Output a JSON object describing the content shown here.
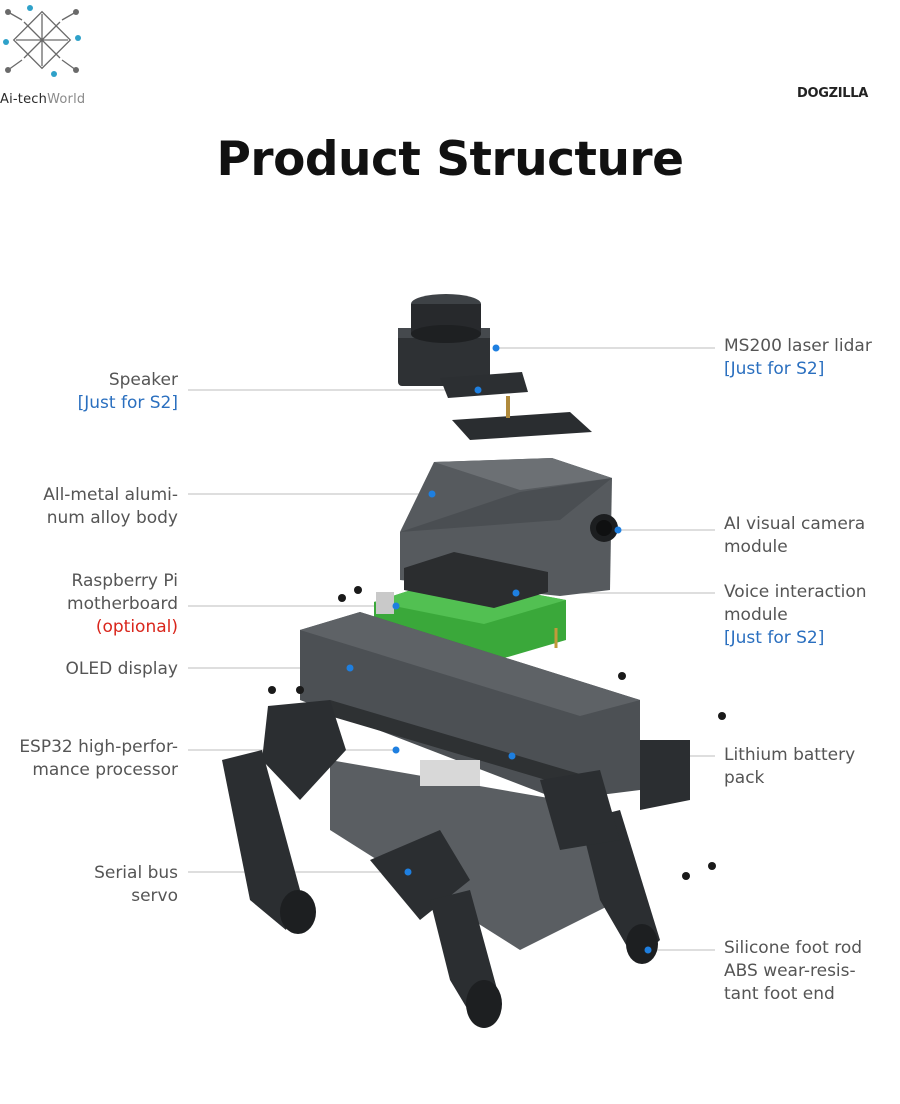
{
  "logo": {
    "name_main": "Ai-tech",
    "name_rest": "World"
  },
  "brand": "DOGZILLA",
  "title": "Product Structure",
  "labels_left": [
    {
      "id": "speaker",
      "lines": [
        "Speaker"
      ],
      "note": "[Just for S2]",
      "note_color": "blue"
    },
    {
      "id": "body",
      "lines": [
        "All-metal alumi-",
        "num alloy body"
      ]
    },
    {
      "id": "raspberry",
      "lines": [
        "Raspberry Pi",
        "motherboard"
      ],
      "note": "(optional)",
      "note_color": "red"
    },
    {
      "id": "oled",
      "lines": [
        "OLED display"
      ]
    },
    {
      "id": "esp32",
      "lines": [
        "ESP32 high-perfor-",
        "mance processor"
      ]
    },
    {
      "id": "servo",
      "lines": [
        "Serial bus",
        "servo"
      ]
    }
  ],
  "labels_right": [
    {
      "id": "lidar",
      "lines": [
        "MS200 laser lidar"
      ],
      "note": "[Just for S2]",
      "note_color": "blue"
    },
    {
      "id": "camera",
      "lines": [
        "AI visual camera",
        "module"
      ]
    },
    {
      "id": "voice",
      "lines": [
        "Voice interaction",
        "module"
      ],
      "note": "[Just for S2]",
      "note_color": "blue"
    },
    {
      "id": "battery",
      "lines": [
        "Lithium battery",
        "pack"
      ]
    },
    {
      "id": "foot",
      "lines": [
        "Silicone foot rod",
        "ABS wear-resis-",
        "tant foot end"
      ]
    }
  ],
  "colors": {
    "accent_blue": "#2a6fbf",
    "accent_red": "#d9261c",
    "dot_blue": "#1e7fe0",
    "robot_dark": "#3a3d40",
    "pcb_green": "#3aa83a"
  }
}
